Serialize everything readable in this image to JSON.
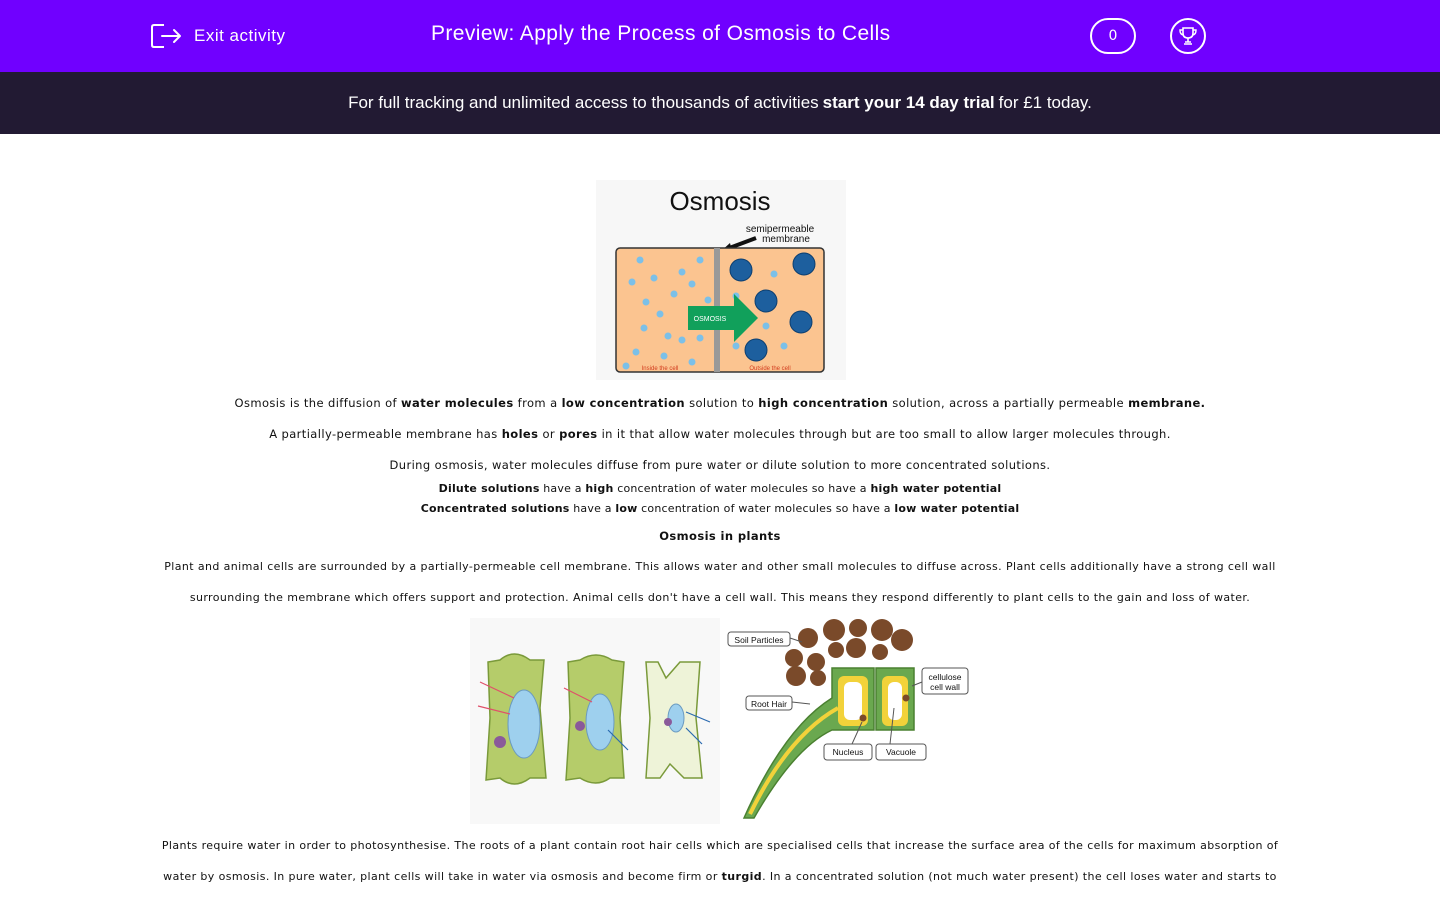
{
  "header": {
    "exit_label": "Exit activity",
    "title": "Preview: Apply the Process of Osmosis to Cells",
    "score": "0",
    "colors": {
      "bar": "#7000ff",
      "banner": "#221a33"
    }
  },
  "banner": {
    "pre": "For full tracking and unlimited access to thousands of activities",
    "link": "start your 14 day trial",
    "post": "for £1 today."
  },
  "osmosis_figure": {
    "title": "Osmosis",
    "membrane_label_1": "semipermeable",
    "membrane_label_2": "membrane",
    "arrow_label": "OSMOSIS",
    "inside_label": "Inside the cell",
    "outside_label": "Outside the cell"
  },
  "paragraphs": {
    "p1": {
      "a": "Osmosis is the diffusion of ",
      "b": "water molecules",
      "c": " from a ",
      "d": "low concentration",
      "e": " solution to ",
      "f": "high concentration",
      "g": " solution, across a partially permeable ",
      "h": "membrane."
    },
    "p2": {
      "a": "A partially-permeable membrane has ",
      "b": "holes",
      "c": " or ",
      "d": "pores",
      "e": " in it that allow water molecules through but are too small to allow larger molecules through."
    },
    "p3": "During osmosis, water molecules diffuse from pure water or dilute solution to more concentrated solutions.",
    "p4": {
      "a": "Dilute solutions",
      "b": " have a ",
      "c": "high",
      "d": " concentration of water molecules so have a ",
      "e": "high water potential"
    },
    "p5": {
      "a": "Concentrated solutions",
      "b": " have a ",
      "c": "low",
      "d": " concentration of water molecules so have a  ",
      "e": "low water potential"
    },
    "heading": "Osmosis in plants",
    "p6_line1": "Plant and animal cells are surrounded by a partially-permeable cell membrane. This allows water and other small molecules to diffuse across. Plant cells additionally have a strong cell wall",
    "p6_line2": "surrounding the membrane which offers support and protection. Animal cells don't have a cell wall. This means they respond differently to plant cells to the gain and loss of water.",
    "p7_line1": "Plants require water in order to photosynthesise. The roots of a plant contain root hair cells which are specialised cells that increase the surface area of the cells for maximum absorption of",
    "p7_line2": {
      "a": "water by osmosis. In pure water, plant cells will take in water via osmosis and become firm or ",
      "b": "turgid",
      "c": ". In a concentrated solution (not much water present) the cell loses water and starts to"
    }
  },
  "root_figure": {
    "soil": "Soil Particles",
    "wall_1": "cellulose",
    "wall_2": "cell wall",
    "root_hair": "Root Hair",
    "nucleus": "Nucleus",
    "vacuole": "Vacuole"
  }
}
